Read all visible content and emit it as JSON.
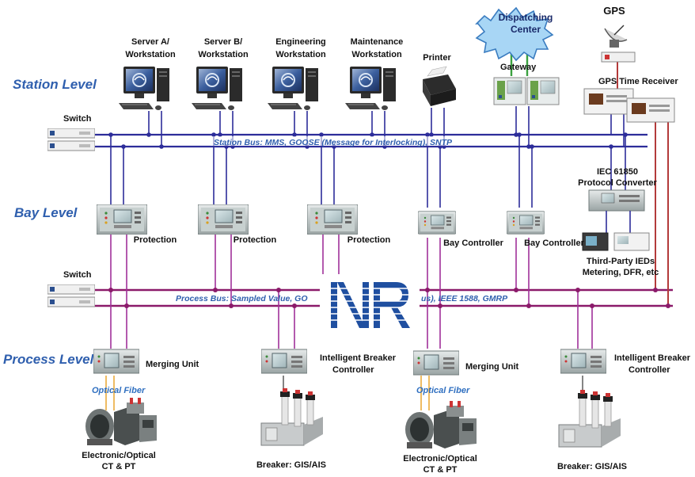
{
  "levels": {
    "station": "Station Level",
    "bay": "Bay Level",
    "process": "Process Level"
  },
  "workstations": [
    "Server A/",
    "Workstation",
    "Server B/",
    "Workstation",
    "Engineering",
    "Workstation",
    "Maintenance",
    "Workstation"
  ],
  "printer": "Printer",
  "dispatch": [
    "Dispatching",
    "Center"
  ],
  "gateway": "Gateway",
  "gps": "GPS",
  "gps_receiver": "GPS Time Receiver",
  "switch_top": "Switch",
  "switch_mid": "Switch",
  "station_bus": "Station Bus:  MMS, GOOSE (Message for Interlocking), SNTP",
  "process_bus_left": "Process Bus: Sampled Value, GO",
  "process_bus_right": "us), IEEE 1588, GMRP",
  "protocol_converter": [
    "IEC 61850",
    "Protocol Converter"
  ],
  "third_party": [
    "Third-Party IEDs",
    "Metering, DFR, etc"
  ],
  "protection": [
    "Protection",
    "Protection",
    "Protection"
  ],
  "bay_controller": [
    "Bay Controller",
    "Bay Controller"
  ],
  "merging_unit": [
    "Merging Unit",
    "Merging Unit"
  ],
  "optical_fiber": [
    "Optical Fiber",
    "Optical Fiber"
  ],
  "ibc": [
    "Intelligent Breaker",
    "Controller",
    "Intelligent Breaker",
    "Controller"
  ],
  "ctpt": [
    "Electronic/Optical",
    "CT & PT",
    "Electronic/Optical",
    "CT & PT"
  ],
  "breaker": [
    "Breaker: GIS/AIS",
    "Breaker: GIS/AIS"
  ],
  "colors": {
    "station_bus": "#2d2d9a",
    "process_bus": "#8b1a6a",
    "level_text": "#2f5fae",
    "logo": "#1f4fa0",
    "gps_link": "#b33a3a",
    "dispatch_link": "#3aa040"
  }
}
